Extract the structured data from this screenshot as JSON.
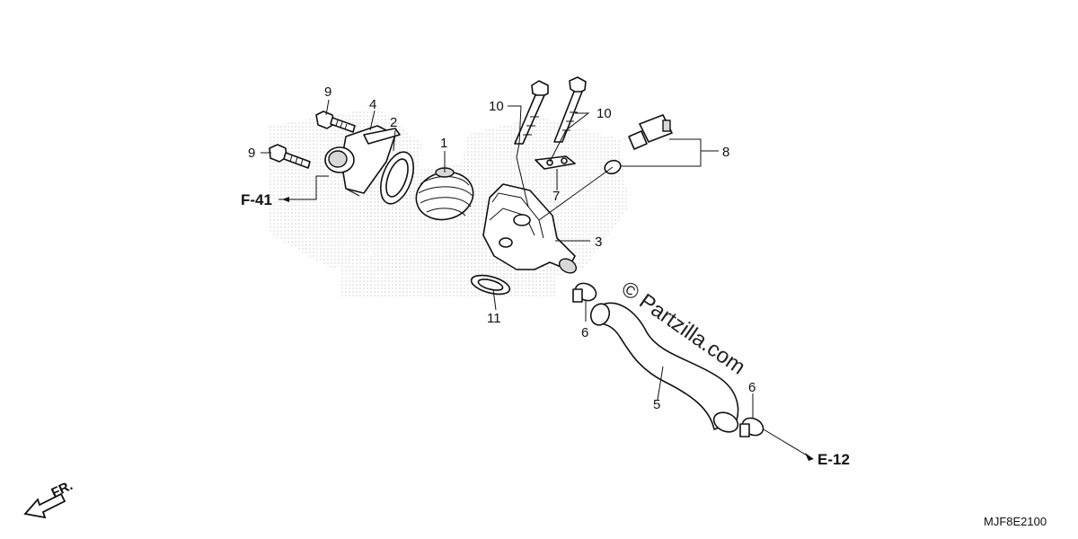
{
  "callouts": {
    "c1": "1",
    "c2": "2",
    "c3": "3",
    "c4": "4",
    "c5": "5",
    "c6a": "6",
    "c6b": "6",
    "c7": "7",
    "c8": "8",
    "c9a": "9",
    "c9b": "9",
    "c10a": "10",
    "c10b": "10",
    "c11": "11"
  },
  "references": {
    "left": "F-41",
    "right": "E-12"
  },
  "orientation_label": "FR.",
  "diagram_code": "MJF8E2100",
  "watermark": "© Partzilla.com",
  "colors": {
    "line": "#111111",
    "background": "#ffffff",
    "shading": "#bdbdbd"
  },
  "icons": {
    "front": "arrow-front-icon"
  }
}
